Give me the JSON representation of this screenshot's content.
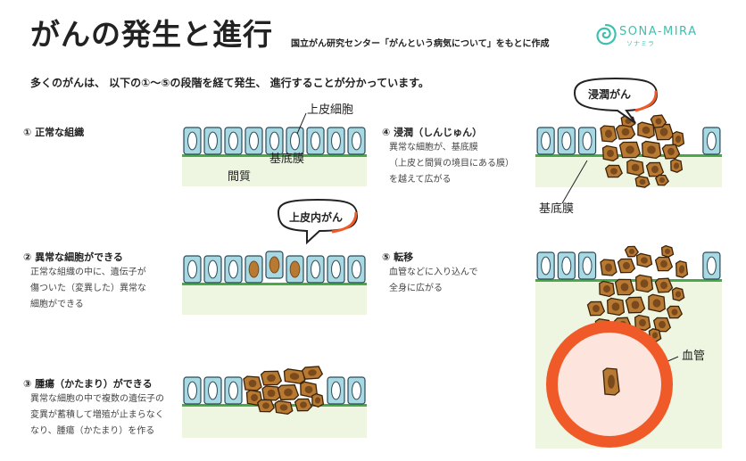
{
  "header": {
    "title": "がんの発生と進行",
    "source": "国立がん研究センター「がんという病気について」をもとに作成",
    "logo_text": "SONA-MIRA",
    "logo_sub": "ソナミラ",
    "logo_icon": "spiral-leaf-icon"
  },
  "intro": "多くのがんは、 以下の①～⑤の段階を経て発生、 進行することが分かっています。",
  "labels": {
    "epithelium": "上皮細胞",
    "basement_membrane": "基底膜",
    "stroma": "間質",
    "basement_membrane_2": "基底膜",
    "blood_vessel": "血管"
  },
  "bubbles": {
    "intraepithelial": "上皮内がん",
    "invasive": "浸潤がん"
  },
  "stages": [
    {
      "title": "① 正常な組織",
      "desc": []
    },
    {
      "title": "② 異常な細胞ができる",
      "desc": [
        "正常な組織の中に、遺伝子が",
        "傷ついた（変異した）異常な",
        "細胞ができる"
      ]
    },
    {
      "title": "③ 腫瘍（かたまり）ができる",
      "desc": [
        "異常な細胞の中で複数の遺伝子の",
        "変異が蓄積して増殖が止まらなく",
        "なり、腫瘍（かたまり）を作る"
      ]
    },
    {
      "title": "④ 浸潤（しんじゅん）",
      "desc": [
        "異常な細胞が、基底膜",
        "（上皮と間質の境目にある膜）",
        "を越えて広がる"
      ]
    },
    {
      "title": "⑤ 転移",
      "desc": [
        "血管などに入り込んで",
        "全身に広がる"
      ]
    }
  ],
  "colors": {
    "cell_fill": "#a8d8e2",
    "cell_stroke": "#2a4a5a",
    "membrane": "#4aa84a",
    "stroma": "#eef6e2",
    "cancer_fill": "#b87a32",
    "cancer_nucleus": "#7a4a1c",
    "vessel_outer": "#f05a28",
    "vessel_inner": "#fde4dc",
    "logo": "#3fbfae"
  }
}
